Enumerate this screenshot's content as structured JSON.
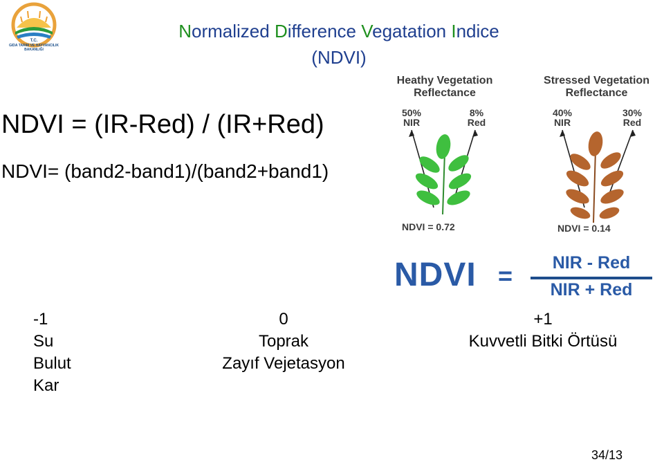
{
  "logo": {
    "line1": "T.C.",
    "line2": "GIDA TARIM VE HAYVANCILIK",
    "line3": "BAKANLIĞI"
  },
  "title": {
    "words": [
      {
        "cap": "N",
        "rest": "ormalized "
      },
      {
        "cap": "D",
        "rest": "ifference "
      },
      {
        "cap": "V",
        "rest": "egatation "
      },
      {
        "cap": "I",
        "rest": "ndice"
      }
    ],
    "subtitle": "(NDVI)"
  },
  "formula_main": "NDVI = (IR-Red) / (IR+Red)",
  "formula_bands": "NDVI= (band2-band1)/(band2+band1)",
  "diagram": {
    "healthy": {
      "heading1": "Heathy Vegetation",
      "heading2": "Reflectance",
      "nir_pct": "50%",
      "nir_label": "NIR",
      "red_pct": "8%",
      "red_label": "Red",
      "ndvi": "NDVI = 0.72",
      "leaf_color": "#3fbf3f"
    },
    "stressed": {
      "heading1": "Stressed Vegetation",
      "heading2": "Reflectance",
      "nir_pct": "40%",
      "nir_label": "NIR",
      "red_pct": "30%",
      "red_label": "Red",
      "ndvi": "NDVI = 0.14",
      "leaf_color": "#b5652e"
    }
  },
  "big_formula": {
    "lhs": "NDVI",
    "eq": "=",
    "numerator": "NIR - Red",
    "denominator": "NIR + Red"
  },
  "scale": {
    "low": {
      "value": "-1",
      "items": [
        "Su",
        "Bulut",
        "Kar"
      ]
    },
    "mid": {
      "value": "0",
      "items": [
        "Toprak",
        "Zayıf Vejetasyon"
      ]
    },
    "high": {
      "value": "+1",
      "items": [
        "Kuvvetli Bitki Örtüsü"
      ]
    }
  },
  "page_number": "34/13",
  "colors": {
    "title_caps": "#1e8f1e",
    "title_text": "#1f3f8f",
    "big_formula": "#2a5aa6"
  }
}
